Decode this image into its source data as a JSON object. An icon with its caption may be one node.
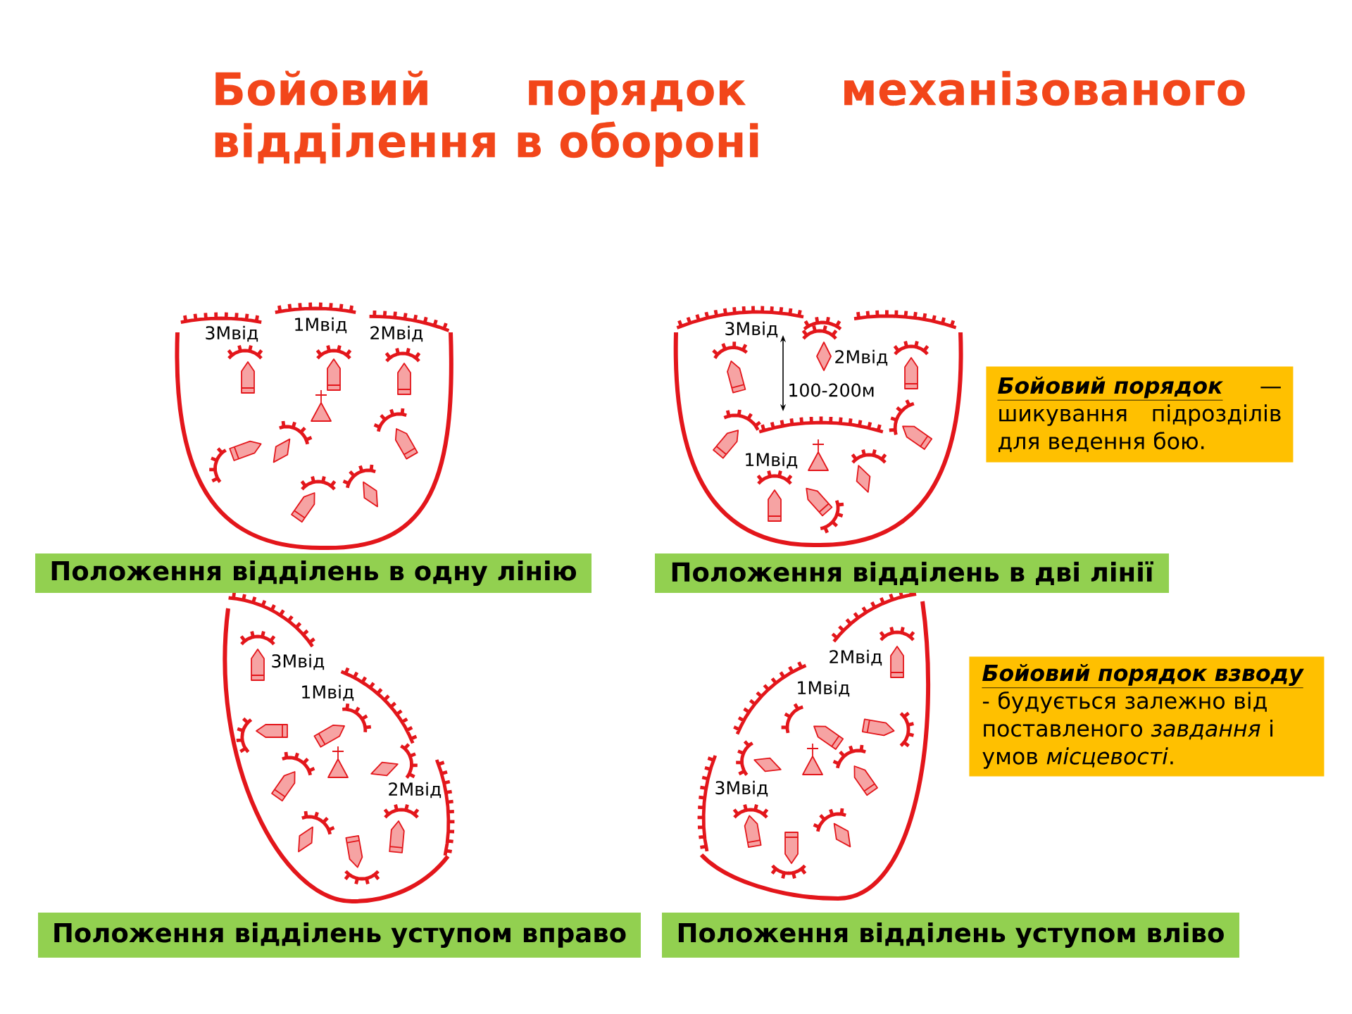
{
  "diagram": {
    "title": "Бойовий порядок механізованого відділення в обороні",
    "nodes": [
      {
        "text": [
          "Бойовий порядок",
          "— шикування підрозділів для ведення бою."
        ]
      },
      {
        "text": [
          "Положення відділень в одну лінію"
        ]
      },
      {
        "text": [
          "Положення відділень в дві лінії"
        ]
      },
      {
        "text": [
          "Бойовий порядок взводу",
          "- будується залежно від поставленого *завдання* і умов *місцевості*."
        ]
      },
      {
        "text": [
          "Положення відділень уступом вправо"
        ]
      },
      {
        "text": [
          "Положення відділень уступом вліво"
        ]
      }
    ],
    "labels": [
      "3Мвід",
      "1Мвід",
      "2Мвід",
      "3Мвід",
      "2Мвід",
      "100-200м",
      "1Мвід",
      "3Мвід",
      "1Мвід",
      "2Мвід",
      "2Мвід",
      "1Мвід",
      "3Мвід"
    ]
  }
}
